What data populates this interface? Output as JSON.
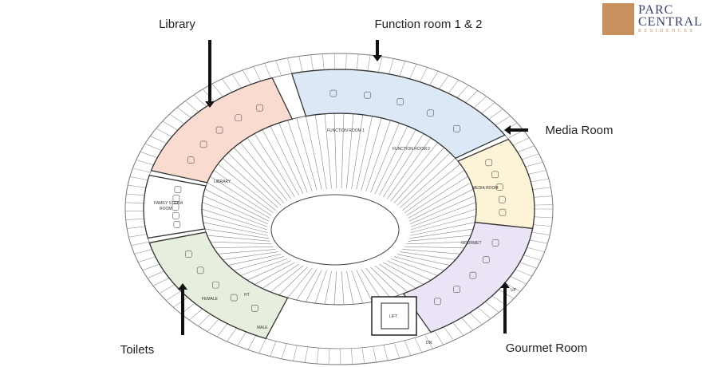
{
  "logo": {
    "line1": "PARC",
    "line2": "CENTRAL",
    "line3": "RESIDENCES",
    "brand_color": "#c8905f",
    "text_color": "#3a3f6e"
  },
  "callouts": {
    "library": {
      "label": "Library",
      "color": "#fadbd0"
    },
    "function_room": {
      "label": "Function room 1 & 2",
      "color": "#dce8f5"
    },
    "media_room": {
      "label": "Media Room",
      "color": "#fdf5dc"
    },
    "toilets": {
      "label": "Toilets",
      "color": "#e6efdd"
    },
    "gourmet_room": {
      "label": "Gourmet Room",
      "color": "#ece5f5"
    }
  },
  "plan_labels": {
    "library": "LIBRARY",
    "function_room_1": "FUNCTION ROOM 1",
    "function_room_2": "FUNCTION ROOM 2",
    "media_room": "MEDIA ROOM",
    "gourmet": "GOURMET",
    "family_steam_room_1": "FAMILY STEAM",
    "family_steam_room_2": "ROOM",
    "female": "FEMALE",
    "male": "MALE",
    "ht": "HT",
    "lift": "LIFT",
    "up": "UP",
    "dn": "DN"
  },
  "room_fills": {
    "library": "#fadbd0",
    "function": "#dce8f5",
    "media": "#fdf3d6",
    "gourmet": "#ebe4f6",
    "toilets": "#e6efdd",
    "steam": "#ffffff"
  }
}
